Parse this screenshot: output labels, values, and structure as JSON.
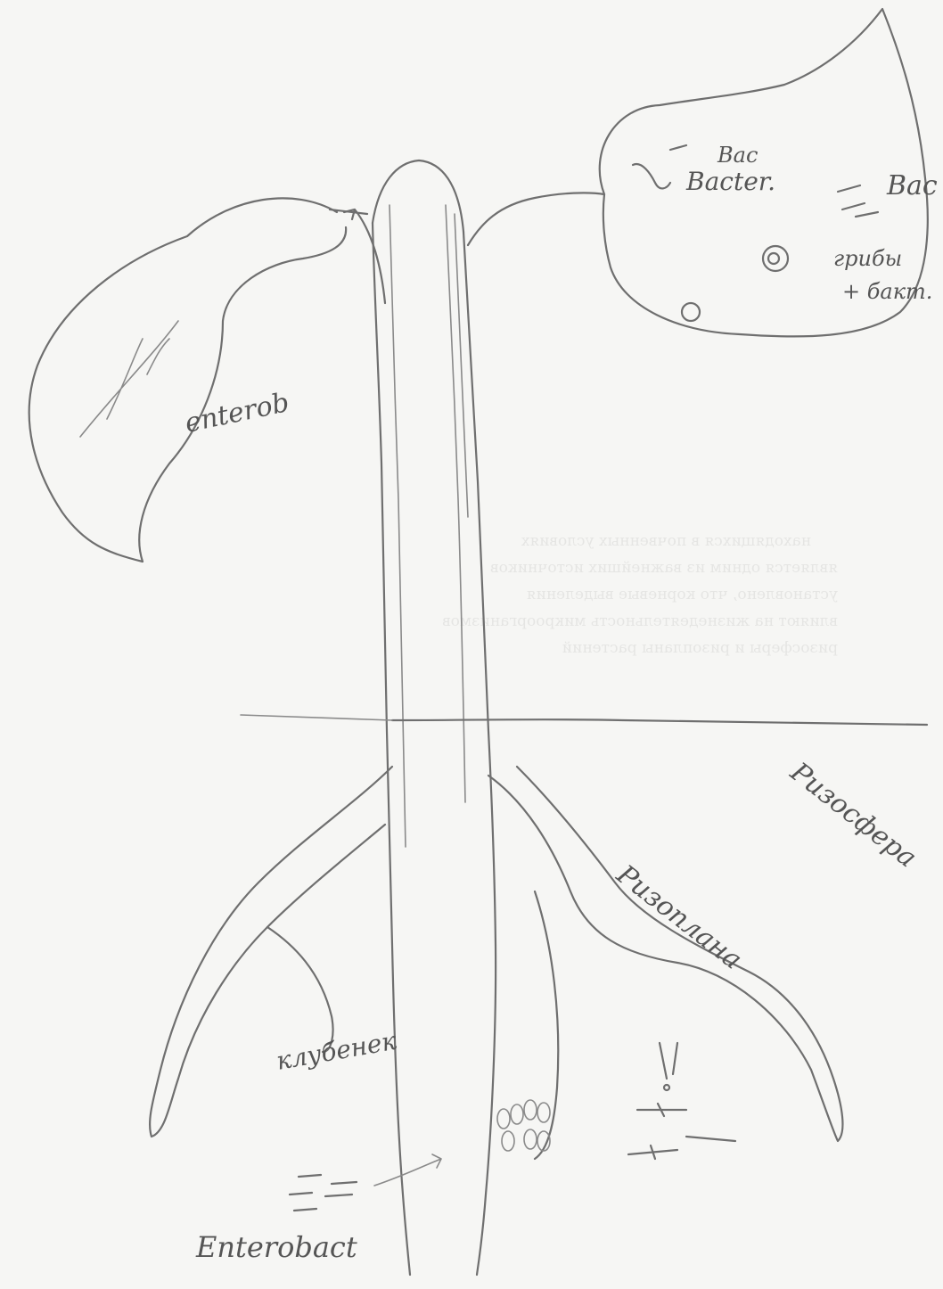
{
  "labels": {
    "bacteria_big": "Bac",
    "bacteria_word": "Bacter.",
    "bacteria_small": "Bac",
    "fungi": "грибы",
    "fungi_plus": "+ бакт.",
    "leaf_label": "enterob",
    "rhizosphere": "Ризосфера",
    "rhizoplane": "Ризоплана",
    "nodule": "клубенек",
    "enterobact": "Enterobact"
  },
  "bleed_text": [
    "находящихся в почвенных условиях",
    "является одним из важнейших источников",
    "установлено, что корневые выделения",
    "влияют на жизнедеятельность микроорганизмов",
    "ризосферы и ризопланы растений"
  ]
}
